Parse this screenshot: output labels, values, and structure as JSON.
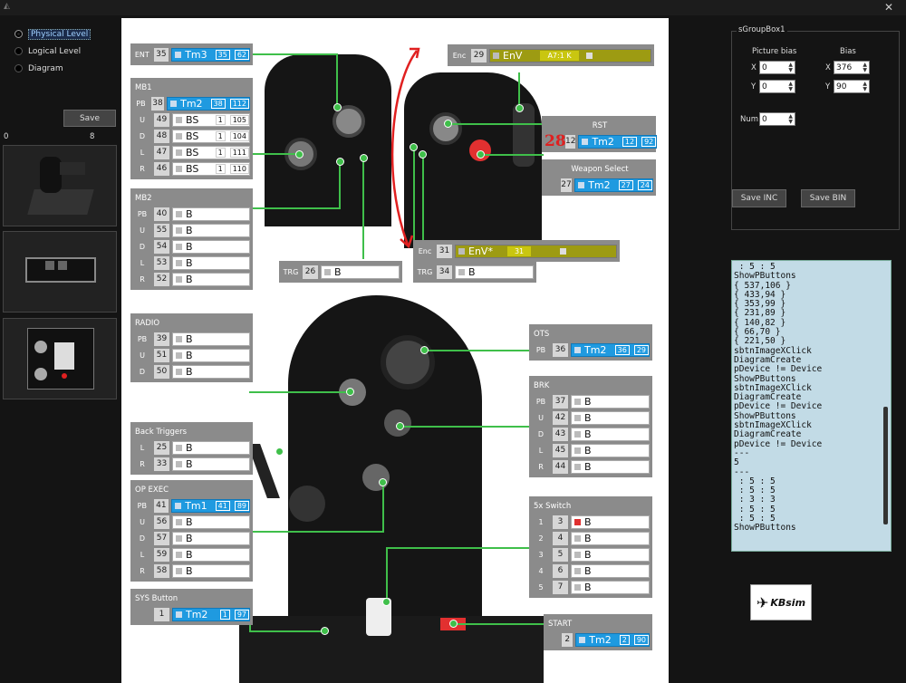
{
  "window": {
    "close": "✕"
  },
  "views": [
    {
      "label": "Physical Level",
      "selected": true
    },
    {
      "label": "Logical Level",
      "selected": false
    },
    {
      "label": "Diagram",
      "selected": false
    }
  ],
  "left": {
    "save": "Save",
    "range_min": "0",
    "range_max": "8"
  },
  "groups": {
    "ent": {
      "label": "ENT",
      "num": "35",
      "val": "Tm3",
      "c1": "35",
      "c2": "62"
    },
    "mb1": {
      "title": "MB1",
      "rows": [
        {
          "lab": "PB",
          "num": "38",
          "val": "Tm2",
          "c1": "38",
          "c2": "112",
          "style": "blue"
        },
        {
          "lab": "U",
          "num": "49",
          "val": "BS",
          "c1": "1",
          "c2": "105"
        },
        {
          "lab": "D",
          "num": "48",
          "val": "BS",
          "c1": "1",
          "c2": "104"
        },
        {
          "lab": "L",
          "num": "47",
          "val": "BS",
          "c1": "1",
          "c2": "111"
        },
        {
          "lab": "R",
          "num": "46",
          "val": "BS",
          "c1": "1",
          "c2": "110"
        }
      ]
    },
    "mb2": {
      "title": "MB2",
      "rows": [
        {
          "lab": "PB",
          "num": "40",
          "val": "B"
        },
        {
          "lab": "U",
          "num": "55",
          "val": "B"
        },
        {
          "lab": "D",
          "num": "54",
          "val": "B"
        },
        {
          "lab": "L",
          "num": "53",
          "val": "B"
        },
        {
          "lab": "R",
          "num": "52",
          "val": "B"
        }
      ]
    },
    "trg1": {
      "label": "TRG",
      "num": "26",
      "val": "B"
    },
    "trg2": {
      "label": "TRG",
      "num": "34",
      "val": "B"
    },
    "enc1": {
      "label": "Enc",
      "num": "29",
      "val": "EnV",
      "chip": "A7:1 K"
    },
    "enc2": {
      "label": "Enc",
      "num": "31",
      "val": "EnV*",
      "chip": "31"
    },
    "rst": {
      "title": "RST",
      "num": "12",
      "val": "Tm2",
      "c1": "12",
      "c2": "92",
      "note": "28"
    },
    "weapon": {
      "title": "Weapon Select",
      "num": "27",
      "val": "Tm2",
      "c1": "27",
      "c2": "24"
    },
    "radio": {
      "title": "RADIO",
      "rows": [
        {
          "lab": "PB",
          "num": "39",
          "val": "B"
        },
        {
          "lab": "U",
          "num": "51",
          "val": "B"
        },
        {
          "lab": "D",
          "num": "50",
          "val": "B"
        }
      ]
    },
    "back": {
      "title": "Back Triggers",
      "rows": [
        {
          "lab": "L",
          "num": "25",
          "val": "B"
        },
        {
          "lab": "R",
          "num": "33",
          "val": "B"
        }
      ]
    },
    "opexec": {
      "title": "OP EXEC",
      "rows": [
        {
          "lab": "PB",
          "num": "41",
          "val": "Tm1",
          "c1": "41",
          "c2": "89",
          "style": "blue"
        },
        {
          "lab": "U",
          "num": "56",
          "val": "B"
        },
        {
          "lab": "D",
          "num": "57",
          "val": "B"
        },
        {
          "lab": "L",
          "num": "59",
          "val": "B"
        },
        {
          "lab": "R",
          "num": "58",
          "val": "B"
        }
      ]
    },
    "sys": {
      "title": "SYS Button",
      "num": "1",
      "val": "Tm2",
      "c1": "1",
      "c2": "97"
    },
    "ots": {
      "title": "OTS",
      "lab": "PB",
      "num": "36",
      "val": "Tm2",
      "c1": "36",
      "c2": "29"
    },
    "brk": {
      "title": "BRK",
      "rows": [
        {
          "lab": "PB",
          "num": "37",
          "val": "B"
        },
        {
          "lab": "U",
          "num": "42",
          "val": "B"
        },
        {
          "lab": "D",
          "num": "43",
          "val": "B"
        },
        {
          "lab": "L",
          "num": "45",
          "val": "B"
        },
        {
          "lab": "R",
          "num": "44",
          "val": "B"
        }
      ]
    },
    "sw5": {
      "title": "5x Switch",
      "rows": [
        {
          "lab": "1",
          "num": "3",
          "val": "B",
          "style": "red"
        },
        {
          "lab": "2",
          "num": "4",
          "val": "B"
        },
        {
          "lab": "3",
          "num": "5",
          "val": "B"
        },
        {
          "lab": "4",
          "num": "6",
          "val": "B"
        },
        {
          "lab": "5",
          "num": "7",
          "val": "B"
        }
      ]
    },
    "start": {
      "title": "START",
      "num": "2",
      "val": "Tm2",
      "c1": "2",
      "c2": "90"
    }
  },
  "props": {
    "title": "sGroupBox1",
    "pic_bias": "Picture bias",
    "bias": "Bias",
    "x_label": "X",
    "y_label": "Y",
    "pic_x": "0",
    "pic_y": "0",
    "bias_x": "376",
    "bias_y": "90",
    "num_label": "Num",
    "num": "0",
    "save_inc": "Save INC",
    "save_bin": "Save BIN"
  },
  "log": " : 5 : 5\nShowPButtons\n{ 537,106 }\n{ 433,94 }\n{ 353,99 }\n{ 231,89 }\n{ 140,82 }\n{ 66,70 }\n{ 221,50 }\nsbtnImageXClick\nDiagramCreate\npDevice != Device\nShowPButtons\nsbtnImageXClick\nDiagramCreate\npDevice != Device\nShowPButtons\nsbtnImageXClick\nDiagramCreate\npDevice != Device\n---\n5\n---\n : 5 : 5\n : 5 : 5\n : 3 : 3\n : 5 : 5\n : 5 : 5\nShowPButtons",
  "logo": "KBsim",
  "colors": {
    "accent": "#1f9ae0",
    "wire": "#3fbf4a",
    "olive": "#9d9b12",
    "alert": "#e03030"
  }
}
